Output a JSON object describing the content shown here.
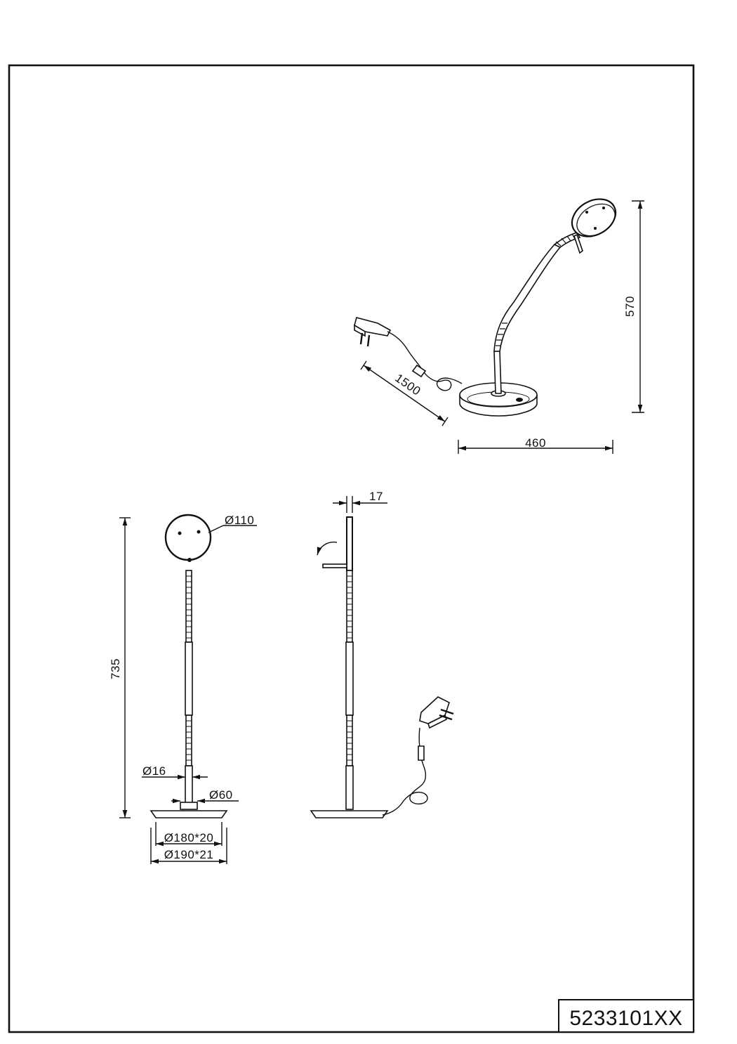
{
  "drawing": {
    "part_number": "5233101XX",
    "perspective_view": {
      "height_label": "570",
      "width_label": "460",
      "cable_length_label": "1500"
    },
    "front_view": {
      "total_height_label": "735",
      "head_diameter_label": "Ø110",
      "stem_diameter_label": "Ø16",
      "collar_diameter_label": "Ø60",
      "base_top_label": "Ø180*20",
      "base_bottom_label": "Ø190*21"
    },
    "side_view": {
      "head_thickness_label": "17"
    }
  }
}
